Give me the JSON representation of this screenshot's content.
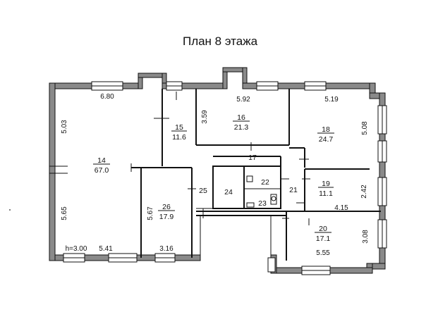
{
  "title": "План 8 этажа",
  "height_note": "h=3.00",
  "rooms": [
    {
      "number": "14",
      "area": "67.0"
    },
    {
      "number": "15",
      "area": "11.6"
    },
    {
      "number": "16",
      "area": "21.3"
    },
    {
      "number": "17",
      "area": ""
    },
    {
      "number": "18",
      "area": "24.7"
    },
    {
      "number": "19",
      "area": "11.1"
    },
    {
      "number": "20",
      "area": "17.1"
    },
    {
      "number": "21",
      "area": ""
    },
    {
      "number": "22",
      "area": ""
    },
    {
      "number": "23",
      "area": ""
    },
    {
      "number": "24",
      "area": ""
    },
    {
      "number": "25",
      "area": ""
    },
    {
      "number": "26",
      "area": "17.9"
    }
  ],
  "dimensions": {
    "d_680": "6.80",
    "d_592": "5.92",
    "d_519": "5.19",
    "d_503": "5.03",
    "d_359": "3.59",
    "d_508": "5.08",
    "d_565": "5.65",
    "d_567": "5.67",
    "d_242": "2.42",
    "d_415": "4.15",
    "d_308": "3.08",
    "d_541": "5.41",
    "d_316": "3.16",
    "d_555": "5.55"
  }
}
